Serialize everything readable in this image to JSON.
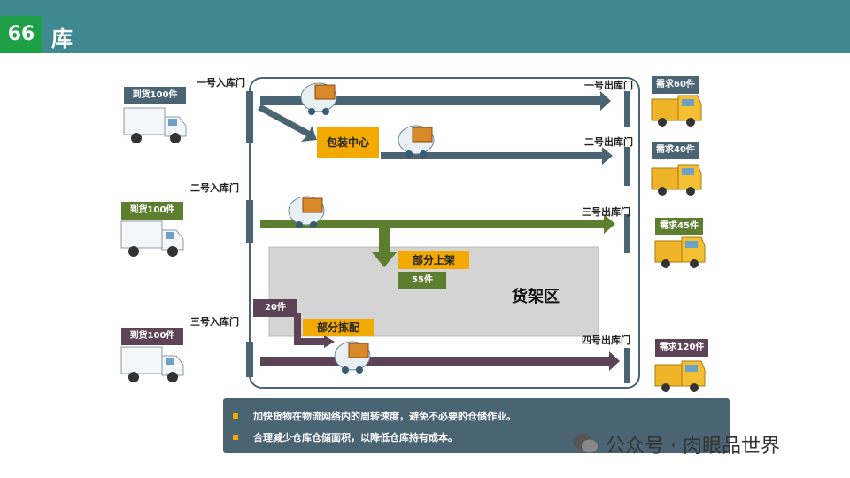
{
  "header": {
    "slide_number": "66",
    "title_tail": "库"
  },
  "inbound": {
    "gates": [
      "一号入库门",
      "二号入库门",
      "三号入库门"
    ],
    "arrivals": [
      "到货100件",
      "到货100件",
      "到货100件"
    ]
  },
  "outbound": {
    "gates": [
      "一号出库门",
      "二号出库门",
      "三号出库门",
      "四号出库门"
    ],
    "demands": [
      "需求60件",
      "需求40件",
      "需求45件",
      "需求120件"
    ]
  },
  "flow": {
    "packing_center": "包装中心",
    "partial_putaway": "部分上架",
    "putaway_qty": "55件",
    "partial_pick": "部分拣配",
    "pick_qty": "20件",
    "shelf_area": "货架区"
  },
  "notes": [
    "加快货物在物流网络内的周转速度，避免不必要的仓储作业。",
    "合理减少仓库仓储面积，以降低仓库持有成本。"
  ],
  "watermark": "公众号 · 肉眼品世界",
  "colors": {
    "header": "#3e8a90",
    "slide_badge": "#1ea046",
    "accent_orange": "#f2a900",
    "arrow_slate": "#4a6473",
    "arrow_green": "#5d7d2f",
    "arrow_plum": "#5d4358"
  }
}
